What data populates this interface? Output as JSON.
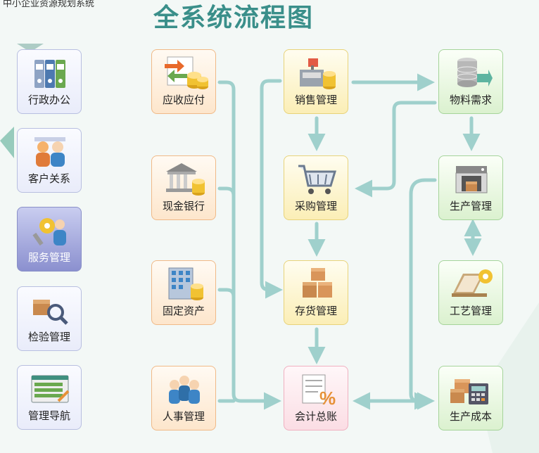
{
  "app_title": "中小企业资源规划系统",
  "page_title": "全系统流程图",
  "colors": {
    "title": "#3a8f8a",
    "arrow": "#9fd0cc"
  },
  "sidebar": {
    "items": [
      {
        "label": "行政办公",
        "icon": "binders-icon",
        "active": false
      },
      {
        "label": "客户关系",
        "icon": "users-icon",
        "active": false
      },
      {
        "label": "服务管理",
        "icon": "gear-user-icon",
        "active": true
      },
      {
        "label": "检验管理",
        "icon": "inspection-icon",
        "active": false
      },
      {
        "label": "管理导航",
        "icon": "navigation-icon",
        "active": false
      }
    ]
  },
  "finance": {
    "receivable_payable": "应收应付",
    "cash_bank": "现金银行",
    "fixed_assets": "固定资产",
    "hr": "人事管理"
  },
  "core": {
    "sales": "销售管理",
    "purchase": "采购管理",
    "inventory": "存货管理",
    "ledger": "会计总账"
  },
  "production": {
    "material_demand": "物料需求",
    "production_mgmt": "生产管理",
    "process_mgmt": "工艺管理",
    "production_cost": "生产成本"
  }
}
